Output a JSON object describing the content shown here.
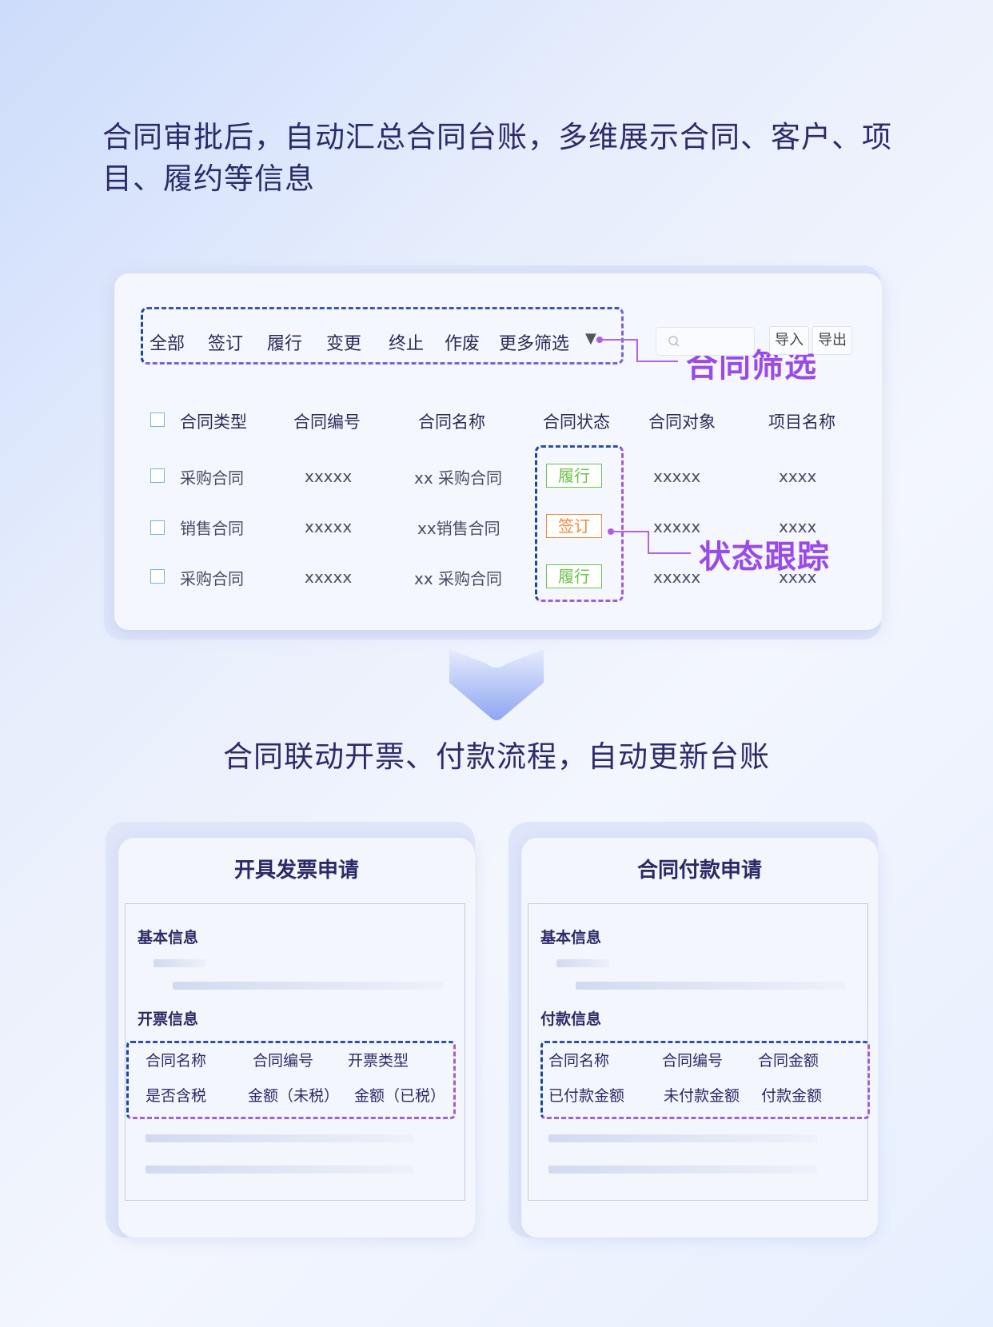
{
  "headline_top": "合同审批后，自动汇总合同台账，多维展示合同、客户、项目、履约等信息",
  "headline_mid": "合同联动开票、付款流程，自动更新台账",
  "filter_tabs": [
    "全部",
    "签订",
    "履行",
    "变更",
    "终止",
    "作废",
    "更多筛选"
  ],
  "filter_more_icon": "triangle-down-icon",
  "search": {
    "placeholder": "",
    "icon": "search-icon"
  },
  "toolbar": {
    "import_label": "导入",
    "export_label": "导出"
  },
  "callouts": {
    "filter": "合同筛选",
    "status": "状态跟踪"
  },
  "table": {
    "headers": [
      "合同类型",
      "合同编号",
      "合同名称",
      "合同状态",
      "合同对象",
      "项目名称"
    ],
    "rows": [
      {
        "type": "采购合同",
        "number": "xxxxx",
        "name": "xx 采购合同",
        "status": "履行",
        "party": "xxxxx",
        "project": "xxxx"
      },
      {
        "type": "销售合同",
        "number": "xxxxx",
        "name": "xx销售合同",
        "status": "签订",
        "party": "xxxxx",
        "project": "xxxx"
      },
      {
        "type": "采购合同",
        "number": "xxxxx",
        "name": "xx 采购合同",
        "status": "履行",
        "party": "xxxxx",
        "project": "xxxx"
      }
    ]
  },
  "status_colors": {
    "履行": "#6cc24a",
    "签订": "#f08a3c"
  },
  "invoice_form": {
    "title": "开具发票申请",
    "section1": "基本信息",
    "section2": "开票信息",
    "fields_row1": [
      "合同名称",
      "合同编号",
      "开票类型"
    ],
    "fields_row2": [
      "是否含税",
      "金额（未税）",
      "金额（已税）"
    ]
  },
  "payment_form": {
    "title": "合同付款申请",
    "section1": "基本信息",
    "section2": "付款信息",
    "fields_row1": [
      "合同名称",
      "合同编号",
      "合同金额"
    ],
    "fields_row2": [
      "已付款金额",
      "未付款金额",
      "付款金额"
    ]
  },
  "colors": {
    "accent_purple": "#9a4be6",
    "dark_blue": "#19479c",
    "text": "#2b2a66"
  }
}
